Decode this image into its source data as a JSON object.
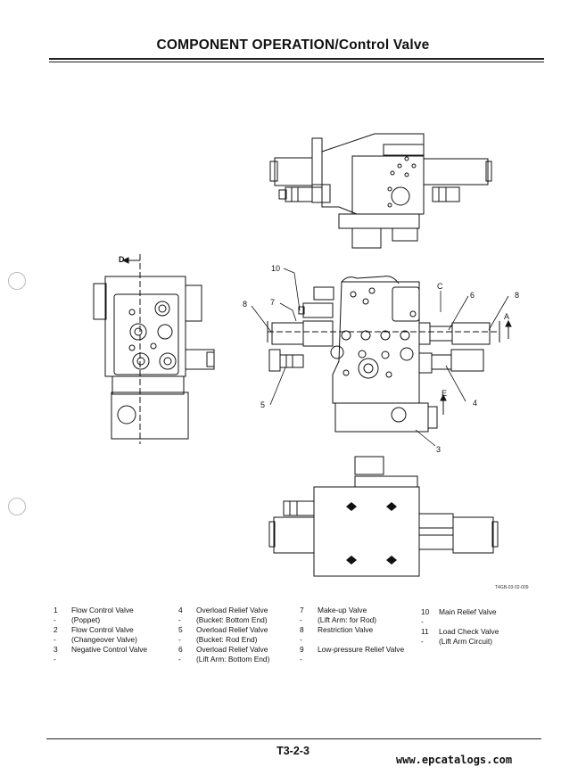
{
  "page": {
    "title": "COMPONENT OPERATION/Control Valve",
    "page_number": "T3-2-3",
    "watermark": "www.epcatalogs.com",
    "figure_id": "T4GB-03-02-009"
  },
  "callouts": {
    "D": "D",
    "n10": "10",
    "n7": "7",
    "n8_left": "8",
    "C": "C",
    "n6": "6",
    "n8_right": "8",
    "A": "A",
    "n5": "5",
    "E": "E",
    "n4": "4",
    "n3": "3"
  },
  "legend": [
    {
      "num": "1 -",
      "text": "Flow Control Valve",
      "sub": "(Poppet)"
    },
    {
      "num": "2 -",
      "text": "Flow Control Valve",
      "sub": "(Changeover Valve)"
    },
    {
      "num": "3 -",
      "text": "Negative Control Valve",
      "sub": ""
    },
    {
      "num": "4 -",
      "text": "Overload Relief Valve",
      "sub": "(Bucket: Bottom End)"
    },
    {
      "num": "5 -",
      "text": "Overload Relief Valve",
      "sub": "(Bucket: Rod End)"
    },
    {
      "num": "6 -",
      "text": "Overload Relief Valve",
      "sub": "(Lift Arm: Bottom End)"
    },
    {
      "num": "7 -",
      "text": "Make-up Valve",
      "sub": "(Lift Arm: for Rod)"
    },
    {
      "num": "8 -",
      "text": "Restriction Valve",
      "sub": ""
    },
    {
      "num": "9 -",
      "text": "Low-pressure Relief Valve",
      "sub": ""
    },
    {
      "num": "10 -",
      "text": "Main Relief Valve",
      "sub": ""
    },
    {
      "num": "11 -",
      "text": "Load Check Valve",
      "sub": "(Lift Arm Circuit)"
    }
  ]
}
